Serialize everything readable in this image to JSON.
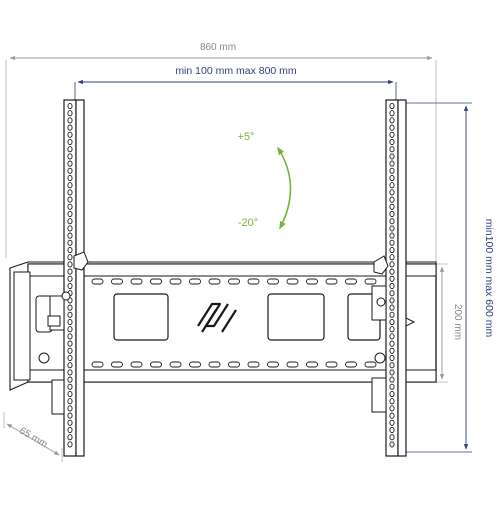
{
  "dimensions": {
    "overall_width": "860 mm",
    "hole_spacing_horizontal": "min 100 mm max 800 mm",
    "hole_spacing_vertical": "min100 mm max 600 mm",
    "plate_height": "200 mm",
    "depth": "65 mm"
  },
  "tilt": {
    "up": "+5°",
    "down": "-20°"
  },
  "colors": {
    "outline": "#1a1a1a",
    "gray_dimension": "#9a9a9a",
    "blue_dimension": "#2f3f7a",
    "tilt_arrow": "#74b536"
  }
}
